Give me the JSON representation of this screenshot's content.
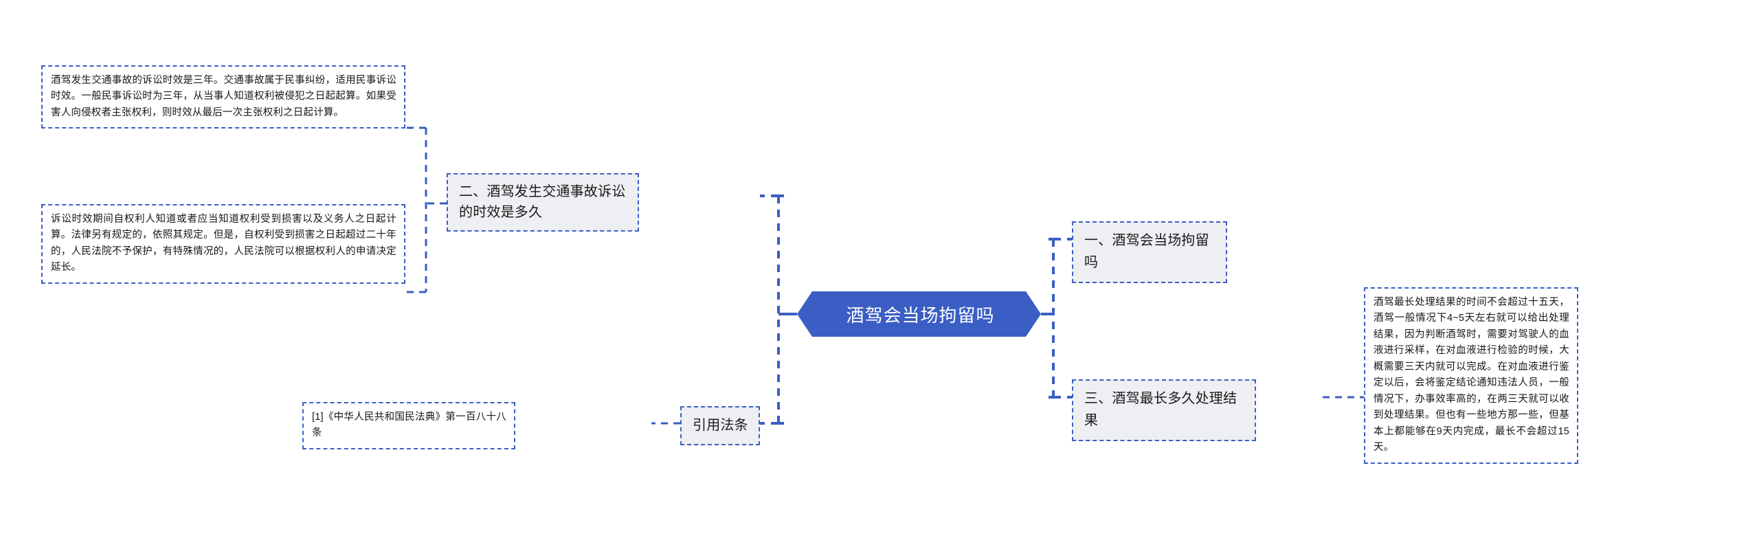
{
  "theme": {
    "accent": "#3B5EC4",
    "node_fill": "#EDEFF2",
    "page_bg": "#FFFFFF",
    "text": "#161616"
  },
  "root": {
    "label": "酒驾会当场拘留吗"
  },
  "branches": {
    "left": [
      {
        "id": "branch-two",
        "label": "二、酒驾发生交通事故诉讼的时效是多久",
        "details": [
          {
            "id": "detail-limitation-period",
            "text": "酒驾发生交通事故的诉讼时效是三年。交通事故属于民事纠纷，适用民事诉讼时效。一般民事诉讼时为三年，从当事人知道权利被侵犯之日起起算。如果受害人向侵权者主张权利，则时效从最后一次主张权利之日起计算。"
          },
          {
            "id": "detail-limitation-start",
            "text": "诉讼时效期间自权利人知道或者应当知道权利受到损害以及义务人之日起计算。法律另有规定的，依照其规定。但是，自权利受到损害之日起超过二十年的，人民法院不予保护，有特殊情况的，人民法院可以根据权利人的申请决定延长。"
          }
        ]
      },
      {
        "id": "branch-citation",
        "label": "引用法条",
        "details": [
          {
            "id": "detail-citation",
            "text": "[1]《中华人民共和国民法典》第一百八十八条"
          }
        ]
      }
    ],
    "right": [
      {
        "id": "branch-one",
        "label": "一、酒驾会当场拘留吗",
        "details": []
      },
      {
        "id": "branch-three",
        "label": "三、酒驾最长多久处理结果",
        "details": [
          {
            "id": "detail-processing-time",
            "text": "酒驾最长处理结果的时间不会超过十五天，酒驾一般情况下4~5天左右就可以给出处理结果，因为判断酒驾时，需要对驾驶人的血液进行采样，在对血液进行检验的时候，大概需要三天内就可以完成。在对血液进行鉴定以后，会将鉴定结论通知违法人员，一般情况下，办事效率高的，在两三天就可以收到处理结果。但也有一些地方那一些，但基本上都能够在9天内完成，最长不会超过15天。"
          }
        ]
      }
    ]
  }
}
